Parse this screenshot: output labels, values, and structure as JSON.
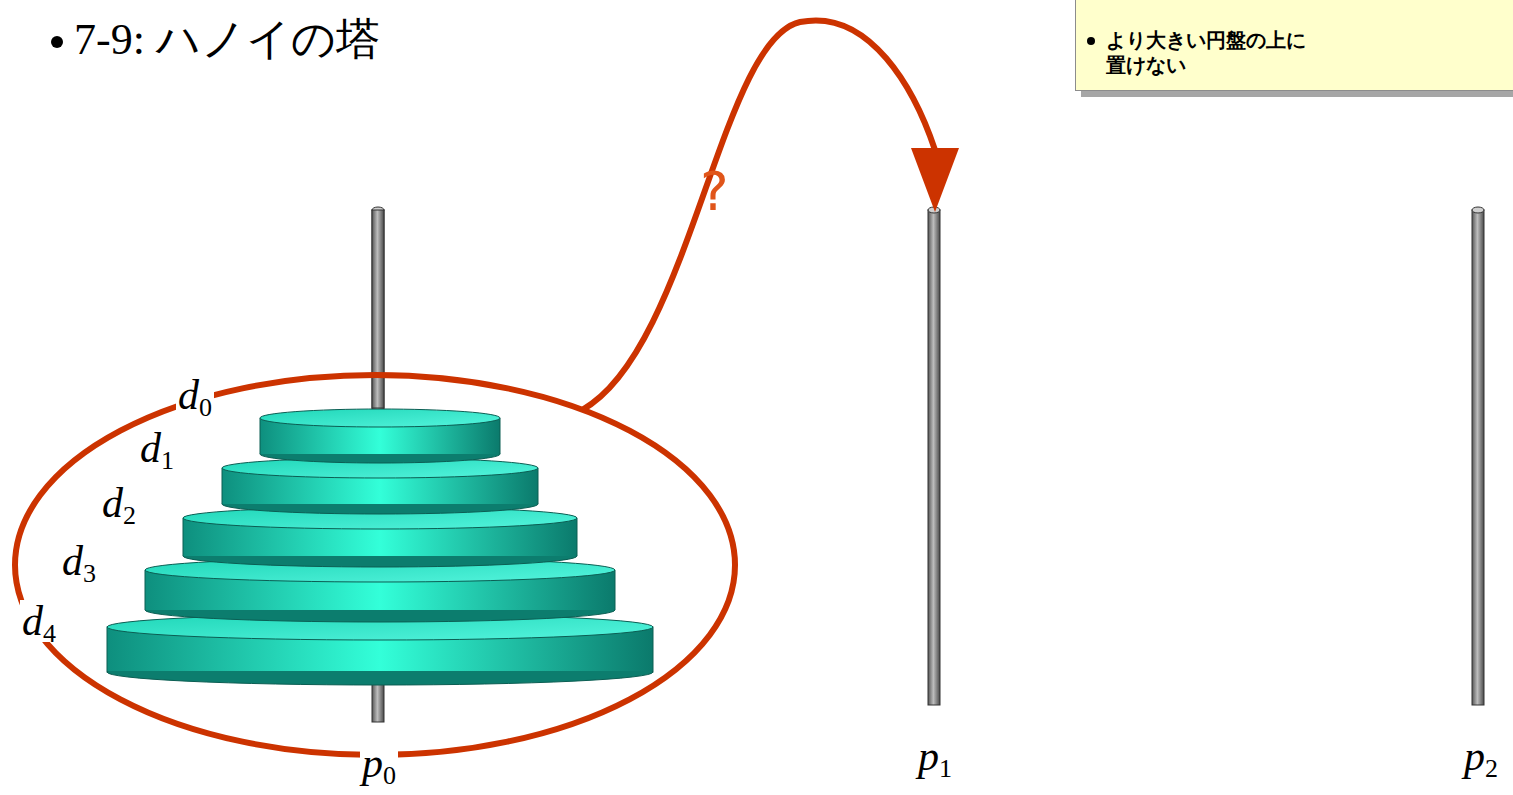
{
  "diagram": {
    "title": "7-9: ハノイの塔",
    "nodes": [
      {
        "text": [
          "より大きい円盤の上に 置けない"
        ]
      }
    ],
    "labels": [
      "?",
      "d0",
      "d1",
      "d2",
      "d3",
      "d4",
      "p0",
      "p1",
      "p2"
    ]
  }
}
